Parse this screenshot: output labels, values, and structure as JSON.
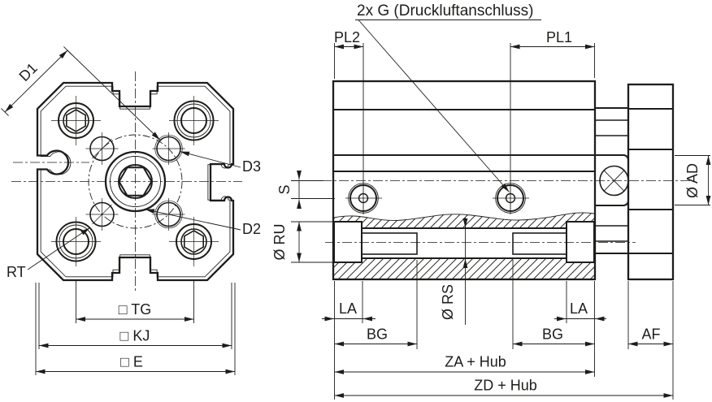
{
  "colors": {
    "line": "#1d1d1b",
    "background": "#ffffff"
  },
  "annotations": {
    "port_note": "2x G (Druckluftanschluss)"
  },
  "front_view": {
    "d1": "D1",
    "d3": "D3",
    "d2": "D2",
    "rt": "RT",
    "tg": "□ TG",
    "kj": "□ KJ",
    "e": "□ E"
  },
  "side_view": {
    "pl2": "PL2",
    "pl1": "PL1",
    "s": "S",
    "ru": "Ø RU",
    "rs": "Ø RS",
    "ad": "Ø AD",
    "la_left": "LA",
    "la_right": "LA",
    "bg_left": "BG",
    "bg_right": "BG",
    "af": "AF",
    "za": "ZA + Hub",
    "zd": "ZD + Hub"
  }
}
